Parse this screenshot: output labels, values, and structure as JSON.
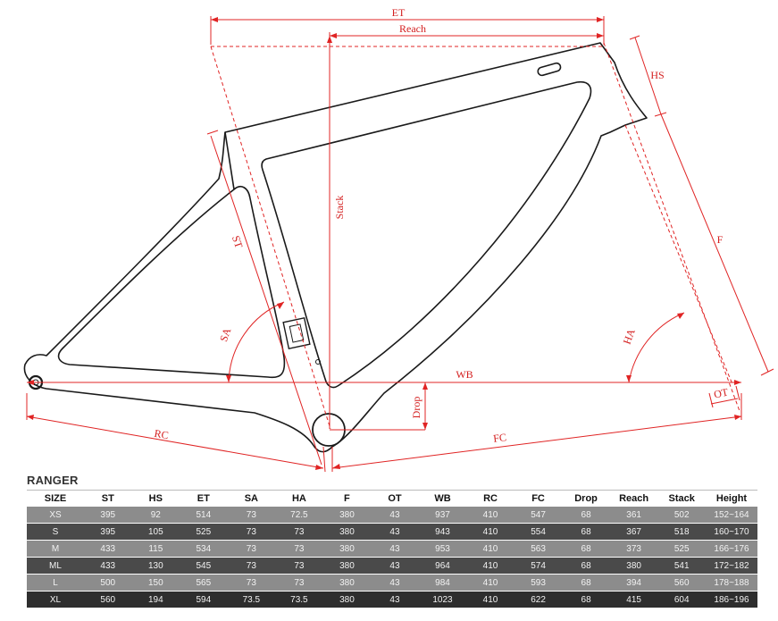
{
  "labels": {
    "et": "ET",
    "reach": "Reach",
    "hs": "HS",
    "stack": "Stack",
    "st": "ST",
    "f": "F",
    "sa": "SA",
    "ha": "HA",
    "wb": "WB",
    "ot": "OT",
    "drop": "Drop",
    "rc": "RC",
    "fc": "FC"
  },
  "colors": {
    "dimension": "#e02424",
    "frame": "#1a1a1a",
    "row_light": "#8c8c8c",
    "row_dark": "#4a4a4a"
  },
  "table": {
    "title": "RANGER",
    "headers": [
      "SIZE",
      "ST",
      "HS",
      "ET",
      "SA",
      "HA",
      "F",
      "OT",
      "WB",
      "RC",
      "FC",
      "Drop",
      "Reach",
      "Stack",
      "Height"
    ],
    "rows": [
      [
        "XS",
        "395",
        "92",
        "514",
        "73",
        "72.5",
        "380",
        "43",
        "937",
        "410",
        "547",
        "68",
        "361",
        "502",
        "152~164"
      ],
      [
        "S",
        "395",
        "105",
        "525",
        "73",
        "73",
        "380",
        "43",
        "943",
        "410",
        "554",
        "68",
        "367",
        "518",
        "160~170"
      ],
      [
        "M",
        "433",
        "115",
        "534",
        "73",
        "73",
        "380",
        "43",
        "953",
        "410",
        "563",
        "68",
        "373",
        "525",
        "166~176"
      ],
      [
        "ML",
        "433",
        "130",
        "545",
        "73",
        "73",
        "380",
        "43",
        "964",
        "410",
        "574",
        "68",
        "380",
        "541",
        "172~182"
      ],
      [
        "L",
        "500",
        "150",
        "565",
        "73",
        "73",
        "380",
        "43",
        "984",
        "410",
        "593",
        "68",
        "394",
        "560",
        "178~188"
      ],
      [
        "XL",
        "560",
        "194",
        "594",
        "73.5",
        "73.5",
        "380",
        "43",
        "1023",
        "410",
        "622",
        "68",
        "415",
        "604",
        "186~196"
      ]
    ]
  }
}
